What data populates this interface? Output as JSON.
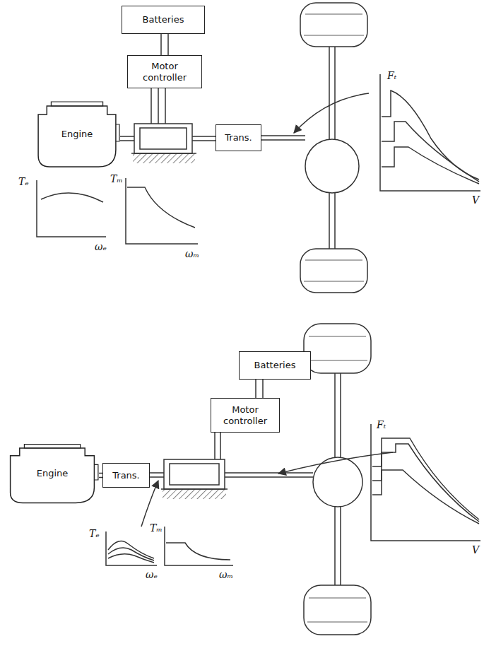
{
  "diagram": {
    "nodes": [
      {
        "text": [
          "Batteries"
        ]
      },
      {
        "text": [
          "Motor controller"
        ]
      },
      {
        "text": [
          "Engine"
        ]
      },
      {
        "text": [
          "Trans."
        ]
      },
      {
        "text": [
          "Batteries"
        ]
      },
      {
        "text": [
          "Motor controller"
        ]
      },
      {
        "text": [
          "Engine"
        ]
      },
      {
        "text": [
          "Trans."
        ]
      }
    ],
    "edges": [
      {
        "from": 0,
        "to": 1,
        "arrow": "none"
      },
      {
        "from": 6,
        "to": 7,
        "arrow": "none"
      },
      {
        "from": 4,
        "to": 5,
        "arrow": "none"
      }
    ],
    "labels": [
      "Fₜ",
      "V",
      "Tₑ",
      "ωₑ",
      "Tₘ",
      "ωₘ",
      "Fₜ",
      "V",
      "Tₑ",
      "ωₑ",
      "Tₘ",
      "ωₘ"
    ]
  }
}
